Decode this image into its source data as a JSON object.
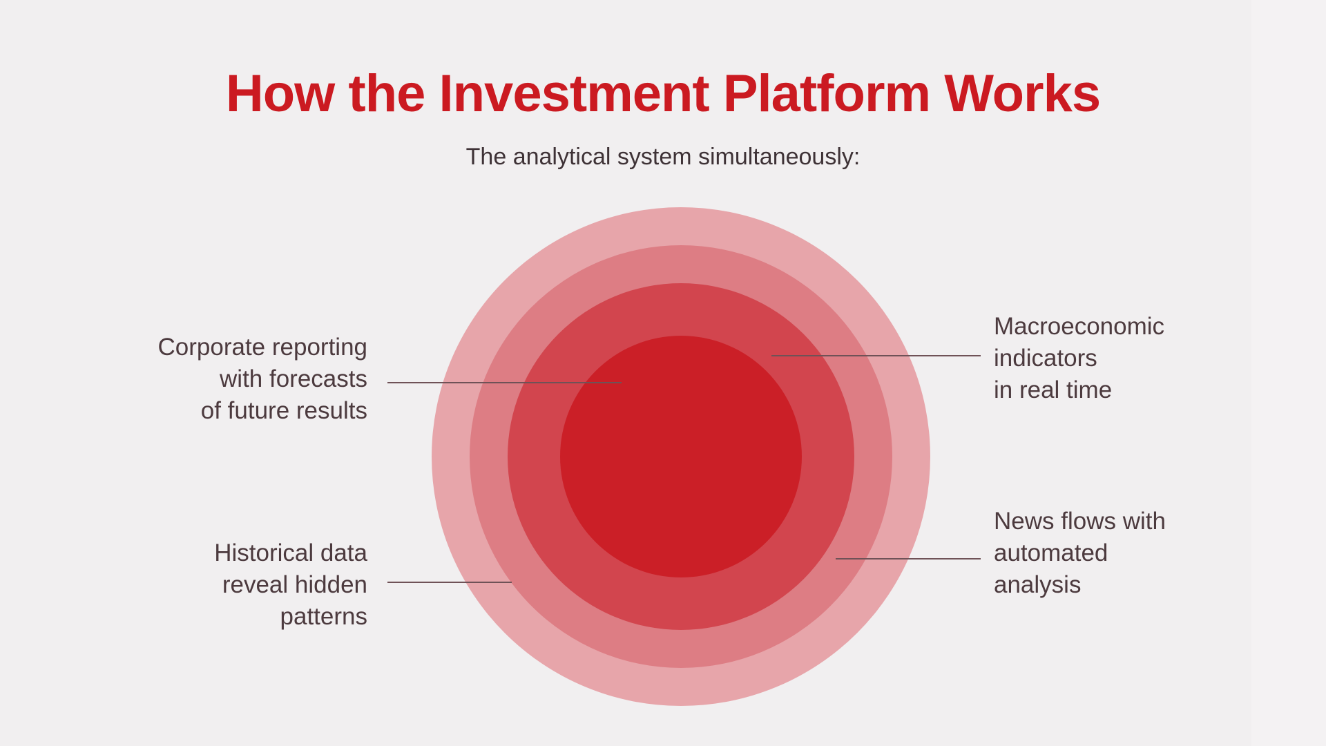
{
  "header": {
    "title": "How the Investment Platform Works",
    "subtitle": "The analytical system simultaneously:"
  },
  "diagram": {
    "circles": [
      {
        "name": "outer-circle",
        "color": "#e7a5aa"
      },
      {
        "name": "second-circle",
        "color": "#dd7d84"
      },
      {
        "name": "third-circle",
        "color": "#d2454e"
      },
      {
        "name": "core-circle",
        "color": "#cb1f27"
      }
    ],
    "labels": {
      "corporate": "Corporate reporting\nwith forecasts\nof future results",
      "historical": "Historical data\nreveal hidden\npatterns",
      "macro": "Macroeconomic\nindicators\nin real time",
      "news": "News flows with\nautomated\nanalysis"
    }
  },
  "colors": {
    "background": "#f1eff0",
    "title": "#cb1a21",
    "label_text": "#4c3a3e",
    "connector_line": "#6f5257"
  }
}
